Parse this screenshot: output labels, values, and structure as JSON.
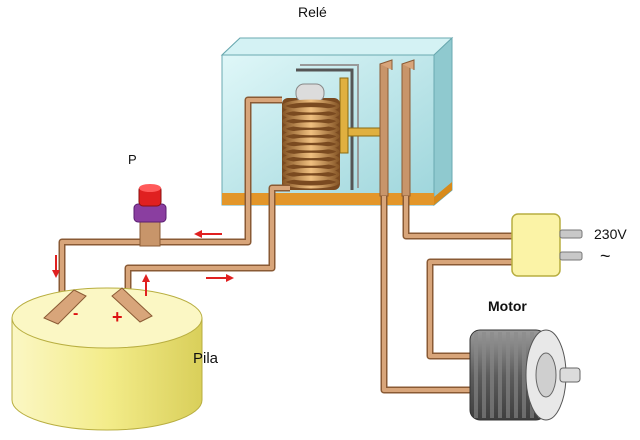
{
  "labels": {
    "relay": "Relé",
    "switch": "P",
    "voltage": "230V",
    "ac_symbol": "~",
    "motor": "Motor",
    "battery": "Pila",
    "minus": "-",
    "plus": "+"
  },
  "colors": {
    "wire": "#c8956a",
    "wire_edge": "#8a5a34",
    "relay_case": "#b9e6ea",
    "relay_base": "#d88a1a",
    "battery": "#f4ef9a",
    "plug": "#fbf3a6",
    "motor_body": "#6d6d6d",
    "switch_button": "#e02020",
    "switch_body": "#8a3ea0",
    "arrow": "#e02020",
    "coil": "#c98a4a"
  }
}
